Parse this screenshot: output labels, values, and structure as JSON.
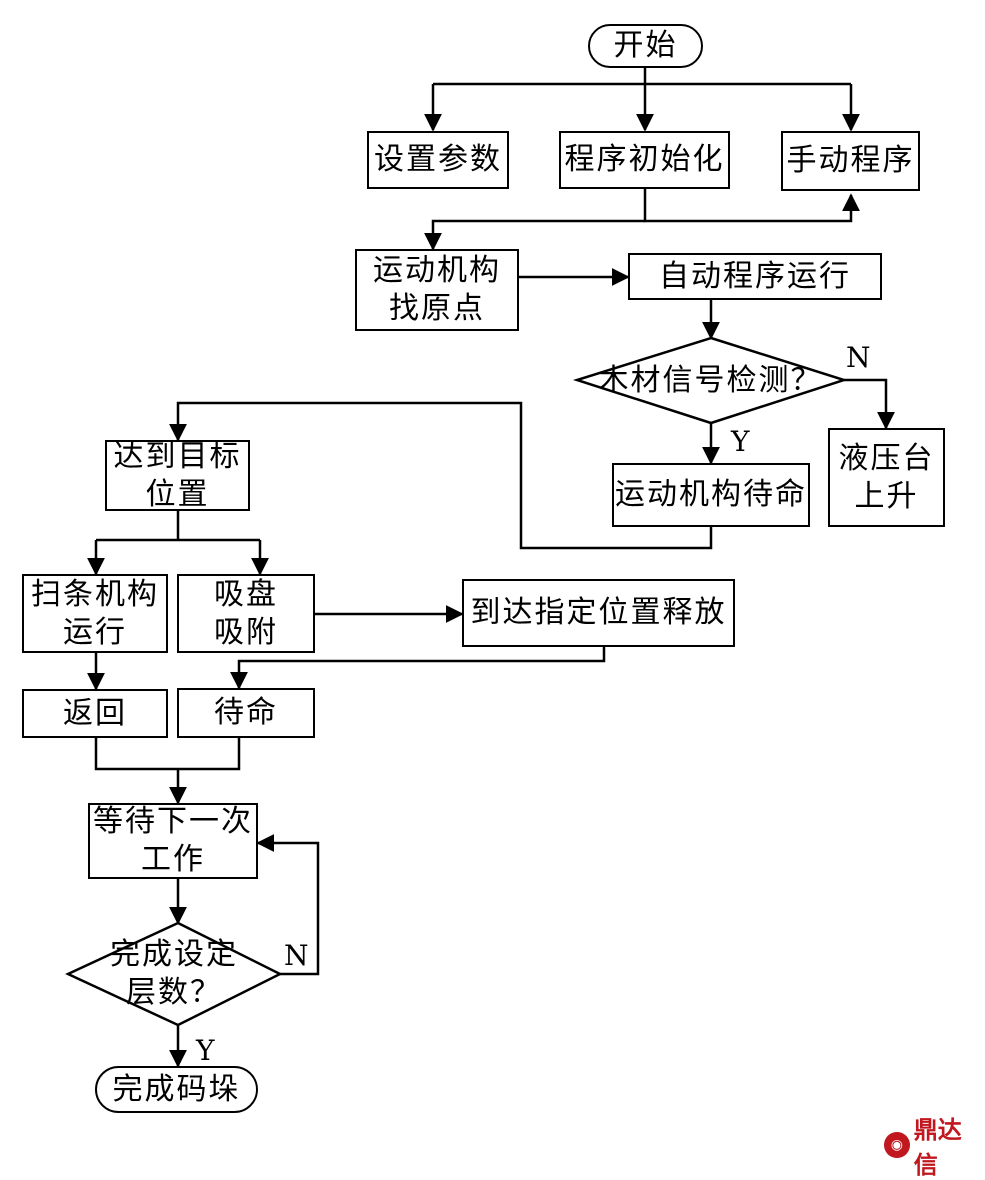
{
  "nodes": {
    "start": "开始",
    "set_params": "设置参数",
    "init": "程序初始化",
    "manual": "手动程序",
    "home_l1": "运动机构",
    "home_l2": "找原点",
    "auto": "自动程序运行",
    "detect": "木材信号检测？",
    "hydraulic_l1": "液压台",
    "hydraulic_l2": "上升",
    "standby": "运动机构待命",
    "reach_l1": "达到目标",
    "reach_l2": "位置",
    "sweep_l1": "扫条机构",
    "sweep_l2": "运行",
    "suction_l1": "吸盘",
    "suction_l2": "吸附",
    "release": "到达指定位置释放",
    "return": "返回",
    "wait": "待命",
    "next_l1": "等待下一次",
    "next_l2": "工作",
    "layers_l1": "完成设定",
    "layers_l2": "层数？",
    "done": "完成码垛"
  },
  "labels": {
    "detect_no": "N",
    "detect_yes": "Y",
    "layers_no": "N",
    "layers_yes": "Y"
  },
  "watermark": {
    "icon": "wechat-icon",
    "text": "鼎达信",
    "color": "#c0181e"
  }
}
